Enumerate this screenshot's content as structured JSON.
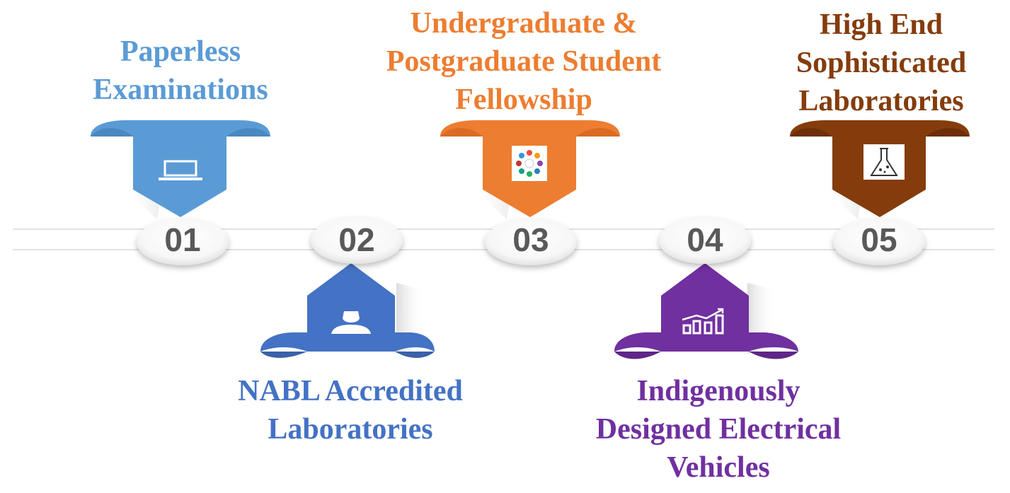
{
  "steps": [
    {
      "number": "01",
      "title_lines": [
        "Paperless",
        "Examinations"
      ],
      "icon": "laptop-icon",
      "color": "#5b9bd5",
      "direction": "down"
    },
    {
      "number": "02",
      "title_lines": [
        "NABL Accredited",
        "Laboratories"
      ],
      "icon": "person-icon",
      "color": "#4472c4",
      "direction": "up"
    },
    {
      "number": "03",
      "title_lines": [
        "Undergraduate &",
        "Postgraduate Student",
        "Fellowship"
      ],
      "icon": "people-circle-icon",
      "color": "#ed7d31",
      "direction": "down"
    },
    {
      "number": "04",
      "title_lines": [
        "Indigenously",
        "Designed Electrical",
        "Vehicles"
      ],
      "icon": "bar-chart-icon",
      "color": "#7030a0",
      "direction": "up"
    },
    {
      "number": "05",
      "title_lines": [
        "High End",
        "Sophisticated",
        "Laboratories"
      ],
      "icon": "flask-icon",
      "color": "#843c0c",
      "direction": "down"
    }
  ]
}
